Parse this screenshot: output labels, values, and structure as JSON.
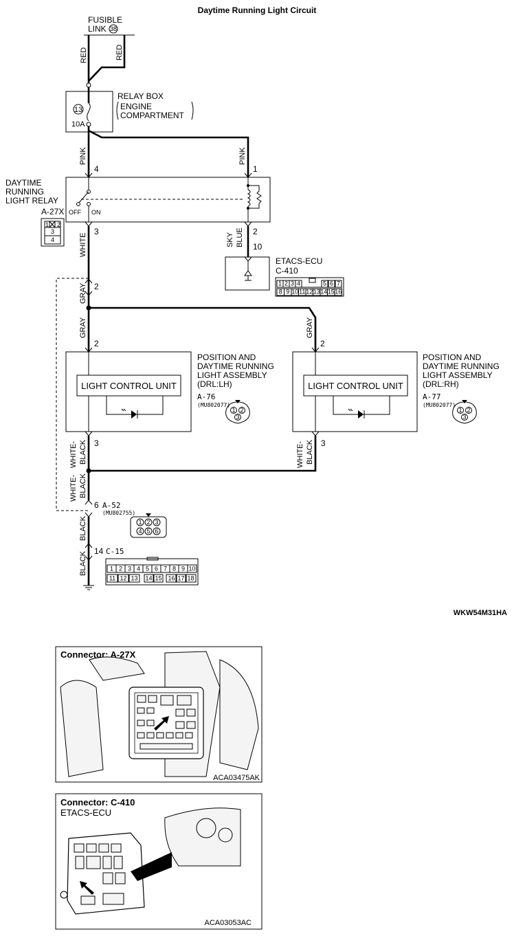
{
  "title": "Daytime Running Light Circuit",
  "figure_code": "WKW54M31HA",
  "fusible_link": {
    "label_line1": "FUSIBLE",
    "label_line2": "LINK",
    "number": "38"
  },
  "relay_box": {
    "label_line1": "RELAY BOX",
    "label_line2": "ENGINE",
    "label_line3": "COMPARTMENT",
    "fuse_number": "13",
    "fuse_rating": "10A"
  },
  "relay": {
    "label_line1": "DAYTIME",
    "label_line2": "RUNNING",
    "label_line3": "LIGHT RELAY",
    "connector": "A-27X",
    "off_label": "OFF",
    "on_label": "ON",
    "pins": {
      "p4": "4",
      "p1": "1",
      "p3": "3",
      "p2": "2"
    },
    "connector_pins": [
      "1",
      "2",
      "3",
      "4"
    ]
  },
  "etacs": {
    "label": "ETACS-ECU",
    "connector": "C-410",
    "pin": "10",
    "connector_pins_top": [
      "1",
      "2",
      "3",
      "4",
      "",
      "5",
      "6",
      "7"
    ],
    "connector_pins_bottom": [
      "8",
      "9",
      "10",
      "11",
      "12",
      "13",
      "14",
      "15",
      "16"
    ]
  },
  "wires": {
    "red1": "RED",
    "red2": "RED",
    "pink1": "PINK",
    "pink2": "PINK",
    "white": "WHITE",
    "sky": "SKY",
    "blue": "BLUE",
    "gray1": "GRAY",
    "gray2": "GRAY",
    "gray3": "GRAY",
    "wb_left1_a": "WHITE-",
    "wb_left1_b": "BLACK",
    "wb_left2_a": "WHITE-",
    "wb_left2_b": "BLACK",
    "wb_right_a": "WHITE-",
    "wb_right_b": "BLACK",
    "black1": "BLACK",
    "black2": "BLACK"
  },
  "pins": {
    "gray_junction": "2",
    "lh_in": "2",
    "rh_in": "2",
    "lh_out": "3",
    "rh_out": "3"
  },
  "lamp_lh": {
    "line1": "POSITION AND",
    "line2": "DAYTIME RUNNING",
    "line3": "LIGHT ASSEMBLY",
    "line4": "(DRL:LH)",
    "unit": "LIGHT CONTROL UNIT",
    "connector": "A-76",
    "part": "(MU802077)",
    "conn_pins": [
      "1",
      "2",
      "3"
    ]
  },
  "lamp_rh": {
    "line1": "POSITION AND",
    "line2": "DAYTIME RUNNING",
    "line3": "LIGHT ASSEMBLY",
    "line4": "(DRL:RH)",
    "unit": "LIGHT CONTROL UNIT",
    "connector": "A-77",
    "part": "(MU802077)",
    "conn_pins": [
      "1",
      "2",
      "3"
    ]
  },
  "conn_a52": {
    "pin": "6",
    "name": "A-52",
    "part": "(MU802755)",
    "pins_top": [
      "1",
      "2",
      "3"
    ],
    "pins_bottom": [
      "4",
      "5",
      "6"
    ]
  },
  "conn_c15": {
    "pin": "14",
    "name": "C-15",
    "pins_top": [
      "1",
      "2",
      "3",
      "4",
      "5",
      "6",
      "7",
      "8",
      "9",
      "10"
    ],
    "pins_bottom": [
      "11",
      "12",
      "13",
      "14",
      "15",
      "16",
      "17",
      "18"
    ]
  },
  "photo1": {
    "title": "Connector: A-27X",
    "code": "ACA03475AK"
  },
  "photo2": {
    "title": "Connector: C-410",
    "subtitle": "ETACS-ECU",
    "code": "ACA03053AC"
  }
}
